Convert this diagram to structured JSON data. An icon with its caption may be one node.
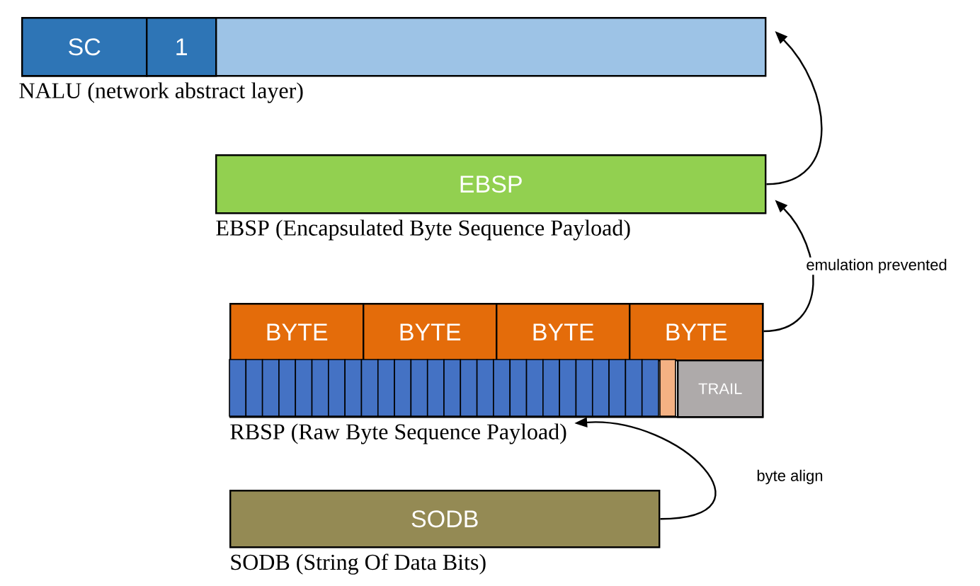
{
  "diagram": {
    "nodes": [
      {
        "text": [
          "NALU (network abstract layer)"
        ]
      },
      {
        "text": [
          "SC"
        ],
        "in": 0
      },
      {
        "text": [
          "1"
        ],
        "in": 0
      },
      {
        "text": [
          "EBSP",
          "EBSP (Encapsulated Byte Sequence Payload)"
        ]
      },
      {
        "text": [
          "RBSP (Raw Byte Sequence Payload)"
        ]
      },
      {
        "text": [
          "BYTE"
        ],
        "in": 4
      },
      {
        "text": [
          "BYTE"
        ],
        "in": 4
      },
      {
        "text": [
          "BYTE"
        ],
        "in": 4
      },
      {
        "text": [
          "BYTE"
        ],
        "in": 4
      },
      {
        "text": [
          "TRAIL"
        ],
        "in": 4
      },
      {
        "text": [
          "SODB",
          "SODB (String Of Data Bits)"
        ]
      }
    ],
    "edges": [
      {
        "from": 10,
        "to": 4,
        "arrow": "to",
        "label": "byte align"
      },
      {
        "from": 4,
        "to": 3,
        "arrow": "to",
        "label": "emulation prevented"
      },
      {
        "from": 3,
        "to": 0,
        "arrow": "to"
      }
    ]
  }
}
